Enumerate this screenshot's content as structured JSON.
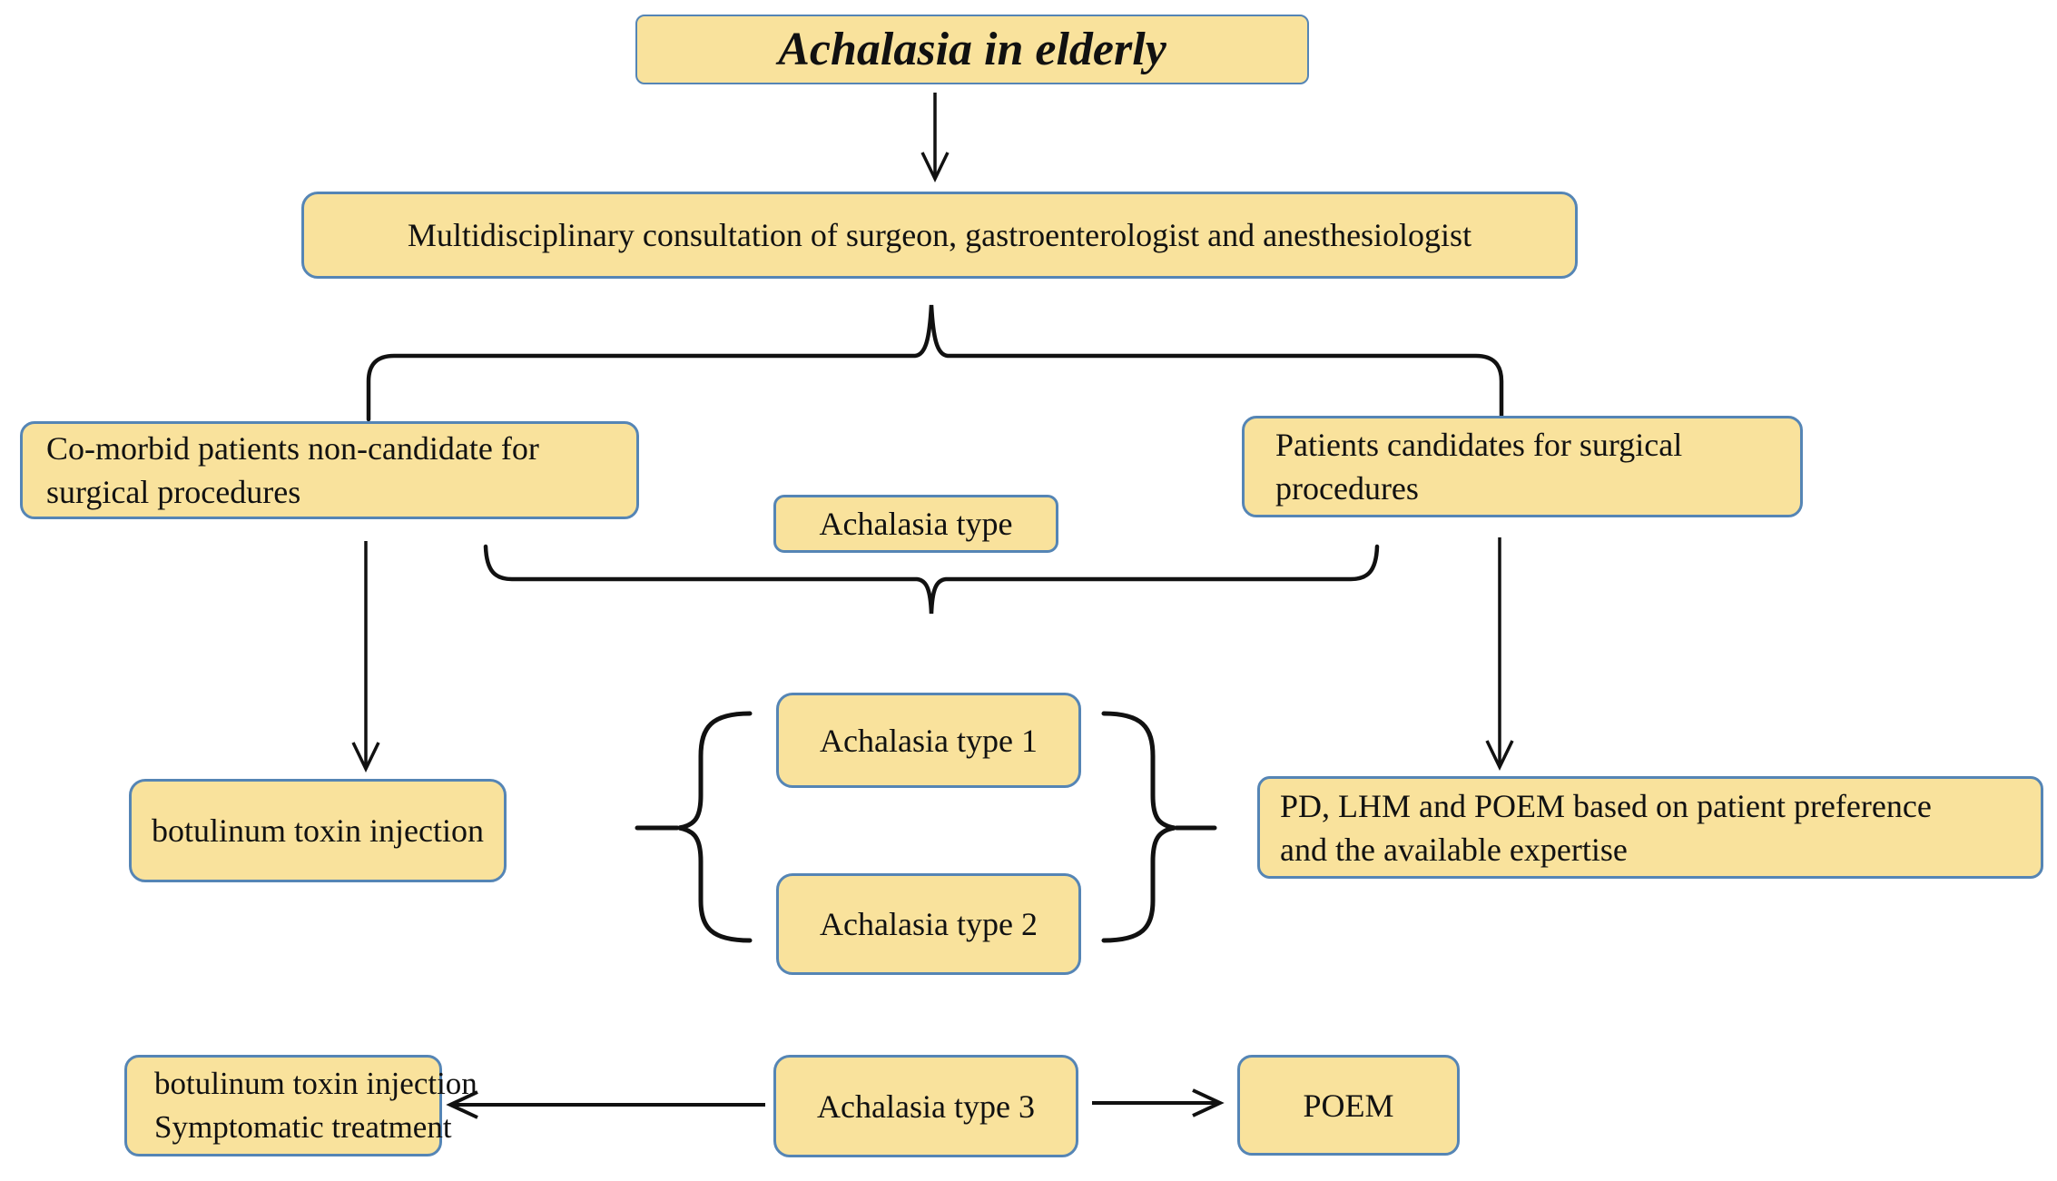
{
  "diagram": {
    "title": "Achalasia in elderly",
    "nodes": {
      "consultation": {
        "text": "Multidisciplinary consultation of surgeon, gastroenterologist and anesthesiologist"
      },
      "comorbid": {
        "line1": "Co-morbid patients non-candidate for",
        "line2": "surgical procedures"
      },
      "candidates": {
        "line1": "Patients candidates for surgical",
        "line2": "procedures"
      },
      "achalasia_type": {
        "text": "Achalasia type"
      },
      "botulinum": {
        "text": "botulinum toxin injection"
      },
      "type1": {
        "text": "Achalasia type 1"
      },
      "type2": {
        "text": "Achalasia type 2"
      },
      "pd_lhm_poem": {
        "line1": "PD, LHM and POEM based on  patient preference",
        "line2": "and the available expertise"
      },
      "botulinum_symptomatic": {
        "line1": "botulinum toxin injection",
        "line2": "Symptomatic treatment"
      },
      "type3": {
        "text": "Achalasia type 3"
      },
      "poem": {
        "text": "POEM"
      }
    },
    "colors": {
      "node_fill": "#F9E29C",
      "node_border": "#5585B5",
      "line": "#111111",
      "background": "#FFFFFF"
    }
  }
}
